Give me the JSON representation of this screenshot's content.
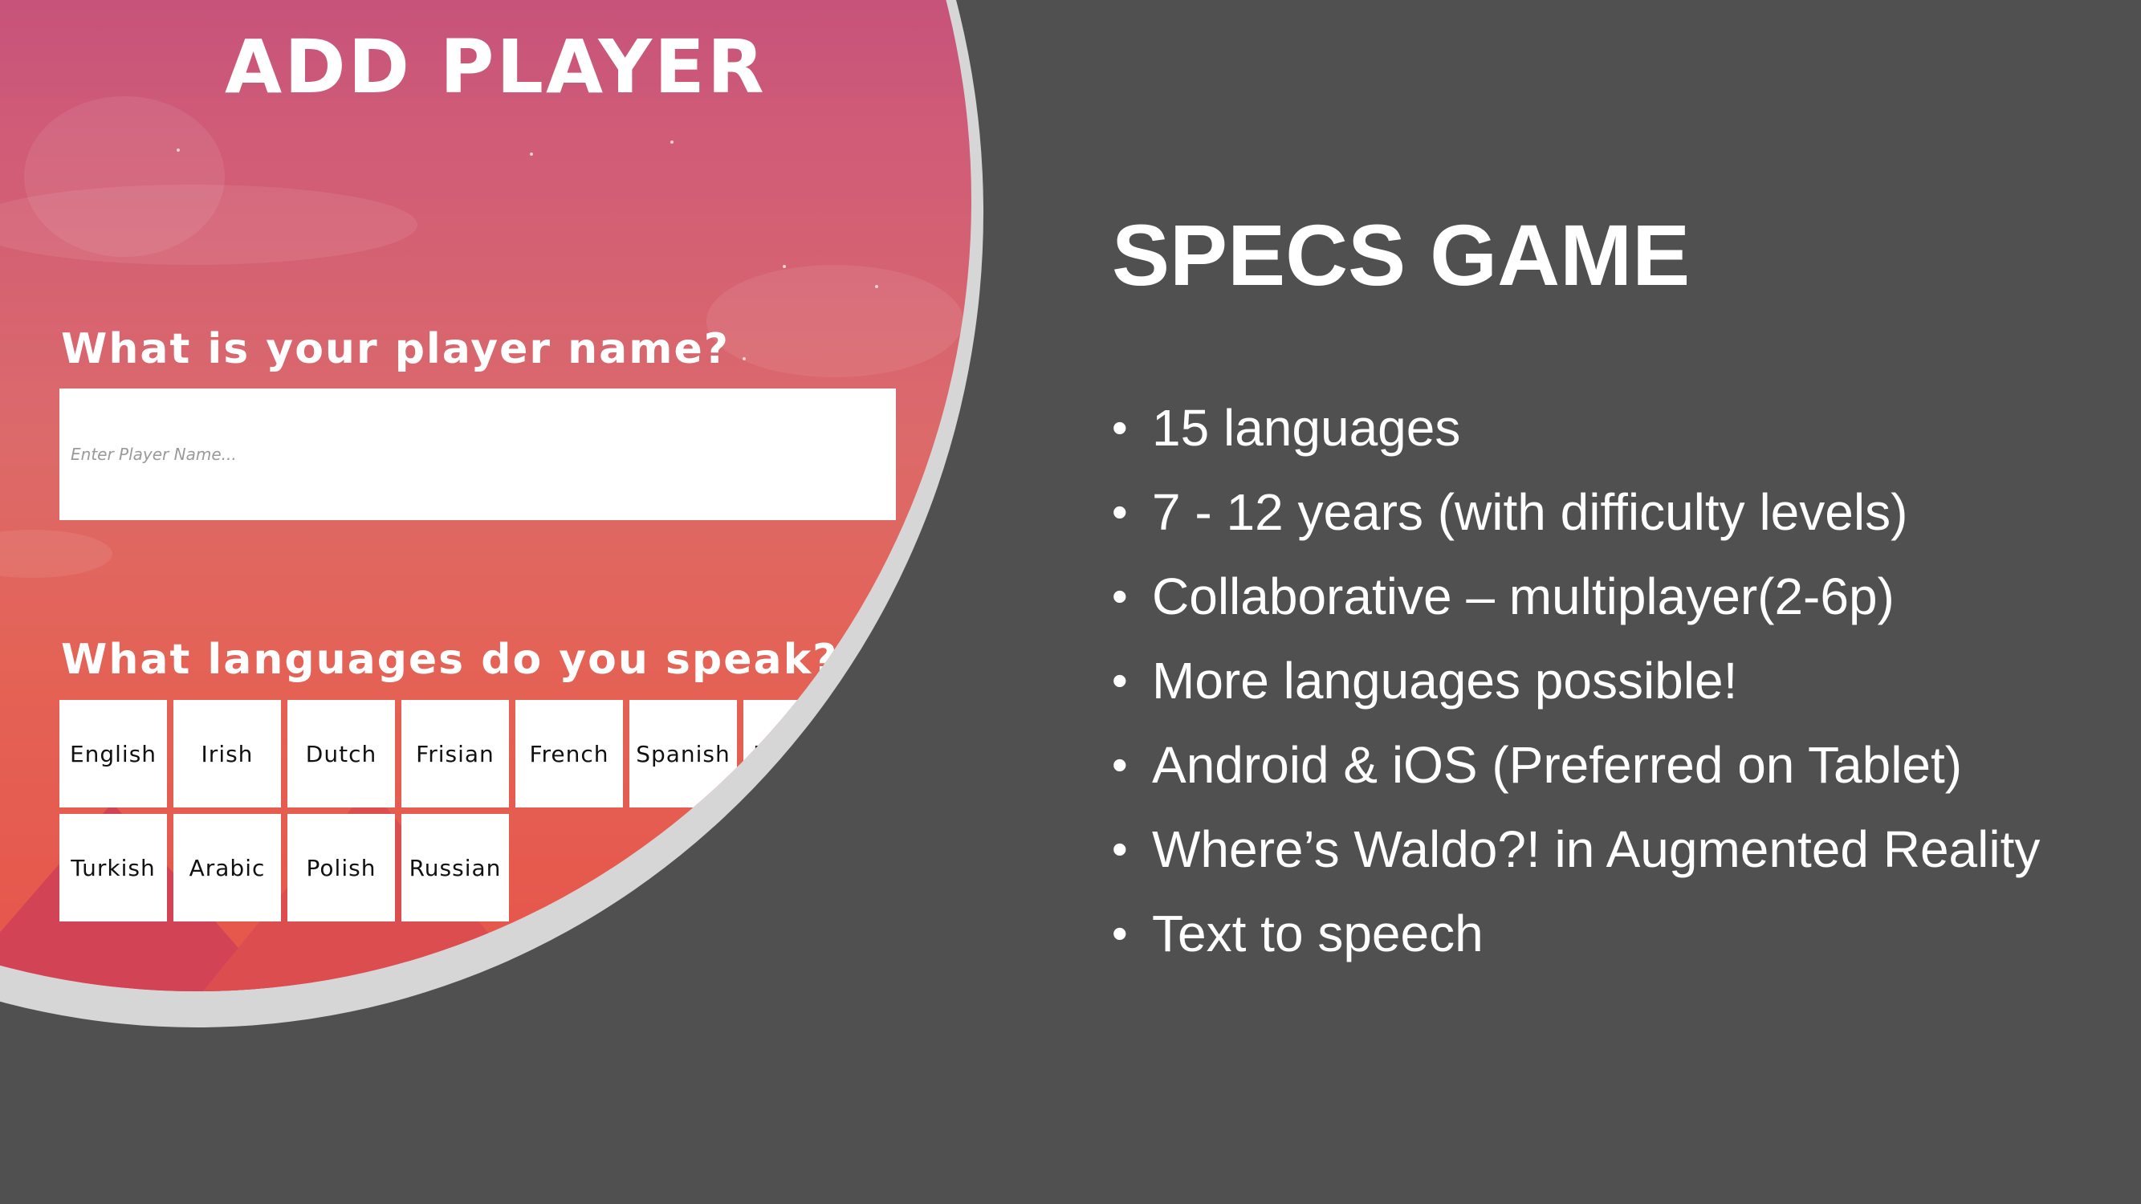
{
  "app": {
    "title": "ADD PLAYER",
    "name_question": "What is your player name?",
    "name_placeholder": "Enter Player Name...",
    "language_question": "What languages do you speak?",
    "languages": [
      "English",
      "Irish",
      "Dutch",
      "Frisian",
      "French",
      "Spanish",
      "Basque",
      "Turkish",
      "Arabic",
      "Polish",
      "Russian"
    ]
  },
  "slide": {
    "title": "SPECS GAME",
    "bullets": [
      "15 languages",
      "7 - 12 years (with difficulty levels)",
      "Collaborative – multiplayer(2-6p)",
      "More languages possible!",
      "Android & iOS (Preferred on Tablet)",
      "Where’s Waldo?! in Augmented Reality",
      "Text to speech"
    ],
    "bullet_symbol": "•"
  },
  "colors": {
    "background": "#505050",
    "ring": "#d6d6d6",
    "gradient_top": "#9e3587",
    "gradient_bottom": "#e7554a",
    "text": "#ffffff"
  }
}
